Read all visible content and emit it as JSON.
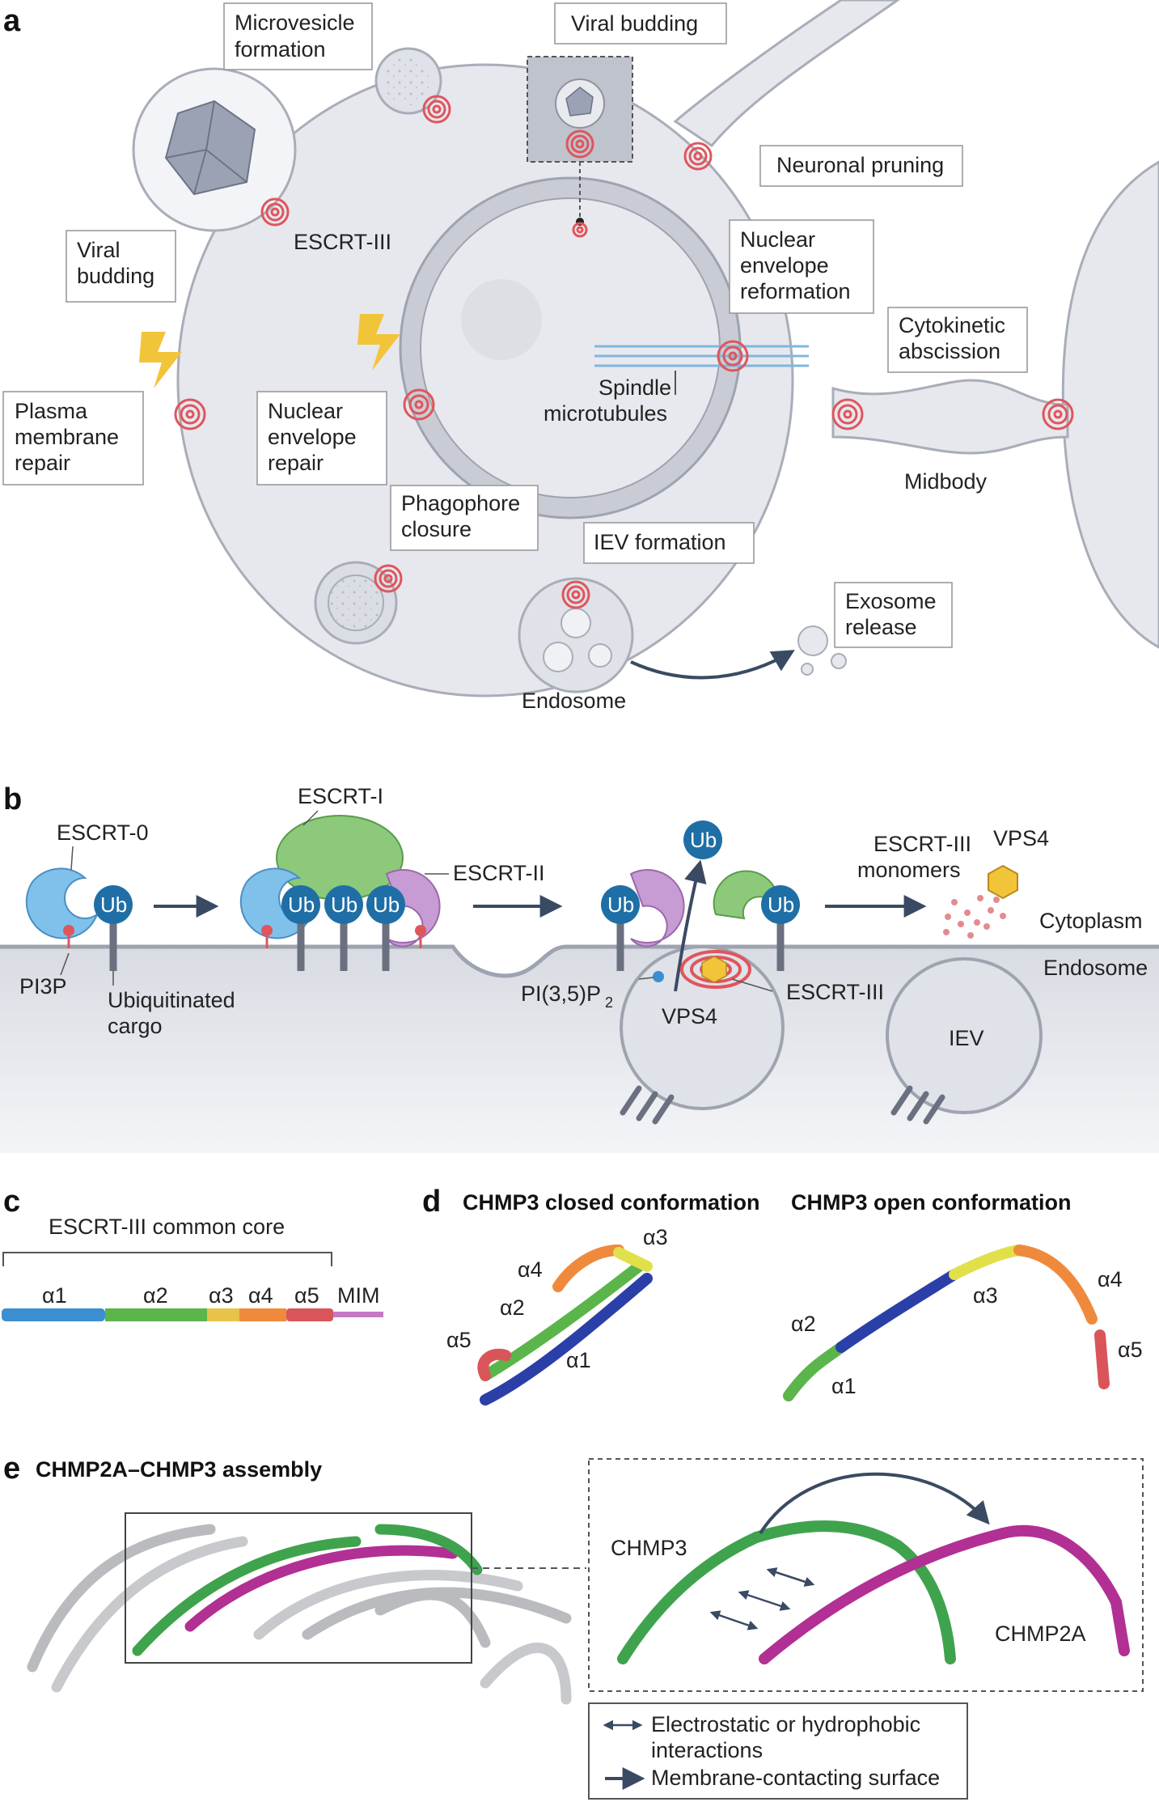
{
  "panels": {
    "a": "a",
    "b": "b",
    "c": "c",
    "d": "d",
    "e": "e"
  },
  "panel_a": {
    "microvesicle": [
      "Microvesicle",
      "formation"
    ],
    "viral_budding_top": "Viral budding",
    "neuronal_pruning": "Neuronal pruning",
    "viral_budding_left": [
      "Viral",
      "budding"
    ],
    "escrt3": "ESCRT-III",
    "nuclear_reformation": [
      "Nuclear",
      "envelope",
      "reformation"
    ],
    "cytokinetic": [
      "Cytokinetic",
      "abscission"
    ],
    "spindle": [
      "Spindle",
      "microtubules"
    ],
    "plasma_repair": [
      "Plasma",
      "membrane",
      "repair"
    ],
    "nuclear_repair": [
      "Nuclear",
      "envelope",
      "repair"
    ],
    "midbody": "Midbody",
    "phagophore": [
      "Phagophore",
      "closure"
    ],
    "iev_formation": "IEV formation",
    "exosome": [
      "Exosome",
      "release"
    ],
    "endosome": "Endosome"
  },
  "panel_b": {
    "escrt0": "ESCRT-0",
    "escrt1": "ESCRT-I",
    "escrt2": "ESCRT-II",
    "ub": "Ub",
    "pi3p": "PI3P",
    "cargo": [
      "Ubiquitinated",
      "cargo"
    ],
    "pi35p2": "PI(3,5)P",
    "pi35p2_sub": "2",
    "vps4": "VPS4",
    "escrt3": "ESCRT-III",
    "monomers": [
      "ESCRT-III",
      "monomers"
    ],
    "vps4_top": "VPS4",
    "cytoplasm": "Cytoplasm",
    "endosome": "Endosome",
    "iev": "IEV"
  },
  "panel_c": {
    "title": "ESCRT-III common core",
    "segments": [
      {
        "label": "α1",
        "color": "#3b8fd0"
      },
      {
        "label": "α2",
        "color": "#5bb54a"
      },
      {
        "label": "α3",
        "color": "#e8c34a"
      },
      {
        "label": "α4",
        "color": "#ef8a3c"
      },
      {
        "label": "α5",
        "color": "#d9555a"
      },
      {
        "label": "MIM",
        "color": "#c27ac4"
      }
    ]
  },
  "panel_d": {
    "closed_title": "CHMP3 closed conformation",
    "open_title": "CHMP3 open conformation",
    "closed_labels": [
      "α3",
      "α4",
      "α2",
      "α5",
      "α1"
    ],
    "open_labels": [
      "α4",
      "α3",
      "α2",
      "α1",
      "α5"
    ]
  },
  "panel_e": {
    "title": "CHMP2A–CHMP3 assembly",
    "chmp3": "CHMP3",
    "chmp2a": "CHMP2A",
    "legend_double": [
      "Electrostatic or hydrophobic",
      "interactions"
    ],
    "legend_single": "Membrane-contacting surface"
  },
  "colors": {
    "cell_fill": "#e6e8ee",
    "membrane": "#a9adb8",
    "escrt_red": "#e0555c",
    "chmp3_green": "#3fa34d",
    "chmp2a_magenta": "#b22f94",
    "arrow_navy": "#3a4a63"
  }
}
